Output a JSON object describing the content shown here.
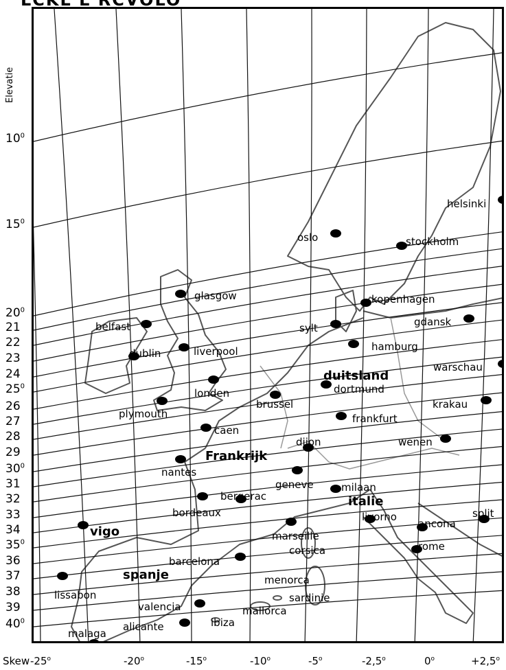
{
  "header": {
    "text": "LCKL L  RCVOLO"
  },
  "elevation_label": "Elevatie",
  "elevation_ticks": [
    "10",
    "15",
    "20",
    "21",
    "22",
    "23",
    "24",
    "25",
    "26",
    "27",
    "28",
    "29",
    "30",
    "31",
    "32",
    "33",
    "34",
    "35",
    "36",
    "37",
    "38",
    "39",
    "40"
  ],
  "degree_symbol": "0",
  "skew_label": "Skew",
  "skew_ticks": [
    "-25",
    "-20",
    "-15",
    "-10",
    "-5",
    "-2,5",
    "0",
    "+2,5"
  ],
  "cities": [
    {
      "name": "helsinki"
    },
    {
      "name": "oslo"
    },
    {
      "name": "stockholm"
    },
    {
      "name": "glasgow"
    },
    {
      "name": "kopenhagen"
    },
    {
      "name": "belfast"
    },
    {
      "name": "sylt"
    },
    {
      "name": "gdansk"
    },
    {
      "name": "dublin"
    },
    {
      "name": "liverpool"
    },
    {
      "name": "hamburg"
    },
    {
      "name": "warschau"
    },
    {
      "name": "duitsland"
    },
    {
      "name": "dortmund"
    },
    {
      "name": "londen"
    },
    {
      "name": "brussel"
    },
    {
      "name": "krakau"
    },
    {
      "name": "plymouth"
    },
    {
      "name": "frankfurt"
    },
    {
      "name": "caen"
    },
    {
      "name": "dijon"
    },
    {
      "name": "wenen"
    },
    {
      "name": "Frankrijk"
    },
    {
      "name": "nantes"
    },
    {
      "name": "geneve"
    },
    {
      "name": "milaan"
    },
    {
      "name": "bergerac"
    },
    {
      "name": "italie"
    },
    {
      "name": "bordeaux"
    },
    {
      "name": "livorno"
    },
    {
      "name": "split"
    },
    {
      "name": "ancona"
    },
    {
      "name": "vigo"
    },
    {
      "name": "marseille"
    },
    {
      "name": "corsica"
    },
    {
      "name": "rome"
    },
    {
      "name": "barcelona"
    },
    {
      "name": "spanje"
    },
    {
      "name": "menorca"
    },
    {
      "name": "lissabon"
    },
    {
      "name": "sardinie"
    },
    {
      "name": "valencia"
    },
    {
      "name": "mallorca"
    },
    {
      "name": "alicante"
    },
    {
      "name": "ibiza"
    },
    {
      "name": "malaga"
    }
  ]
}
